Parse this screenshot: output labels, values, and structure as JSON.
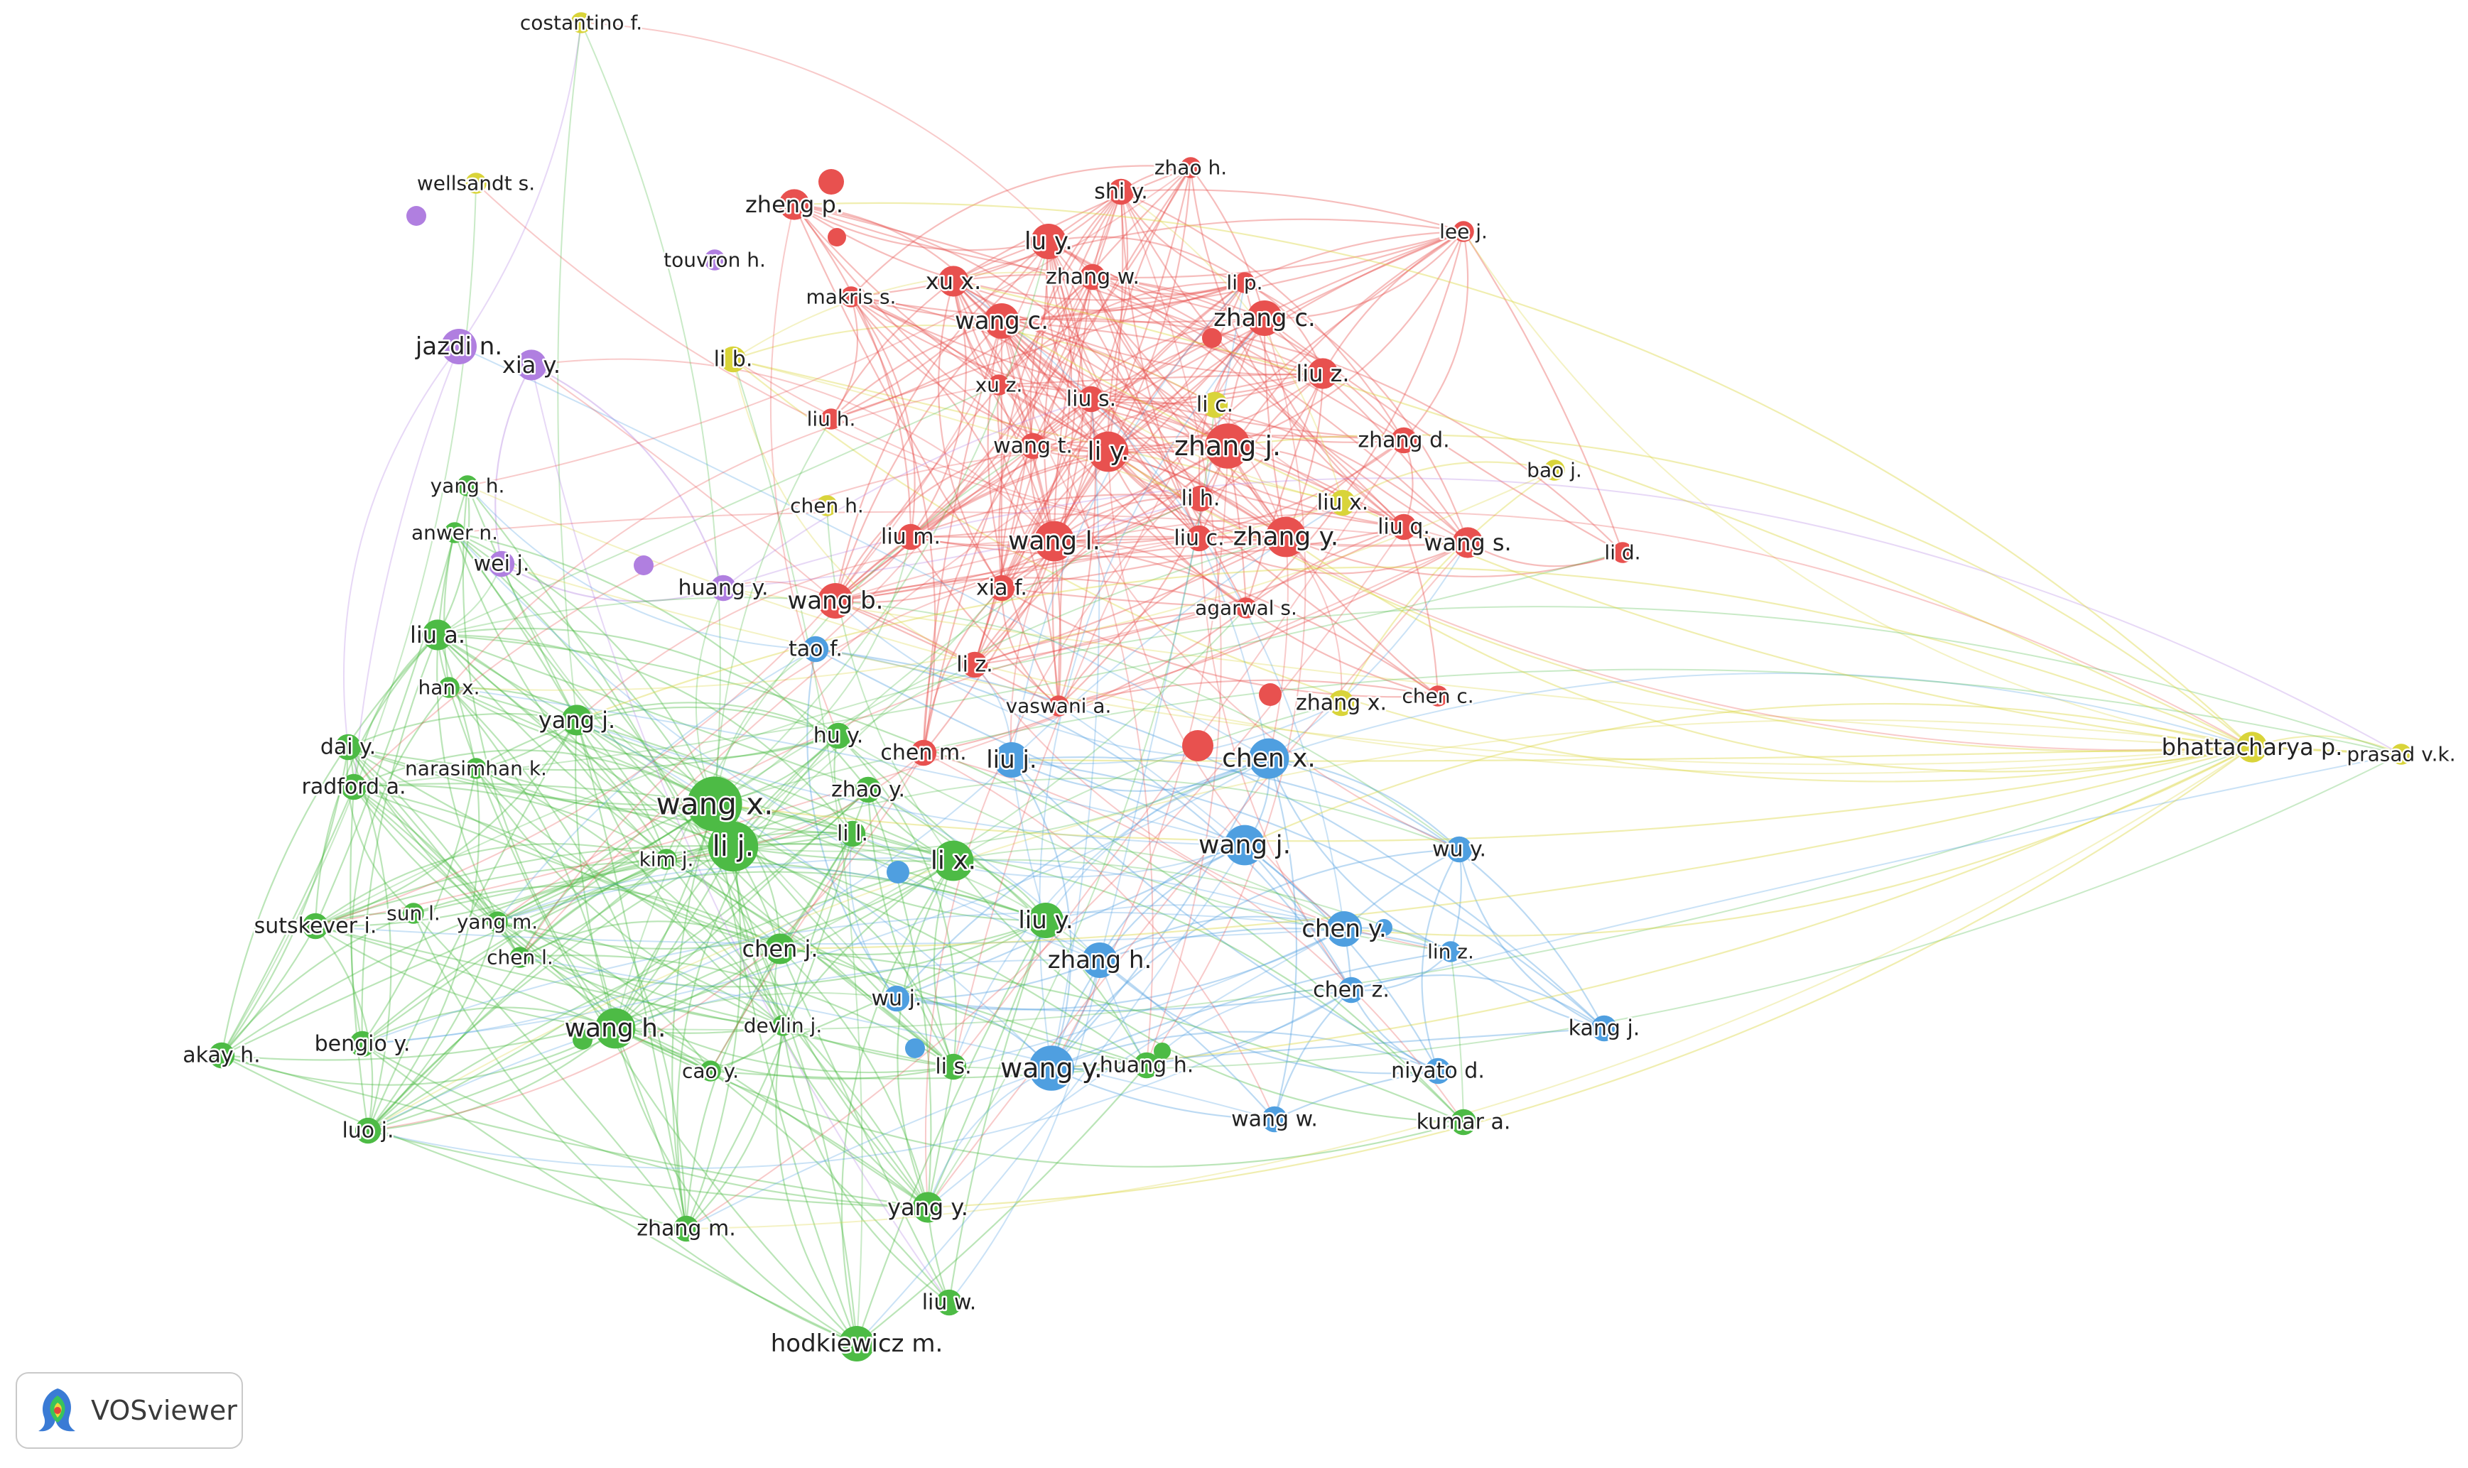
{
  "brand": {
    "name": "VOSviewer",
    "logo_icon": "vosviewer-logo-icon"
  },
  "cluster_colors": {
    "red": "#e8514f",
    "green": "#4dbb45",
    "blue": "#4f9fe0",
    "yellow": "#d9d43a",
    "purple": "#b07fe0"
  },
  "nodes": [
    {
      "label": "costantino f.",
      "cluster": "yellow",
      "w": 2
    },
    {
      "label": "wellsandt s.",
      "cluster": "yellow",
      "w": 2
    },
    {
      "label": "li b.",
      "cluster": "yellow",
      "w": 3
    },
    {
      "label": "li c.",
      "cluster": "yellow",
      "w": 3
    },
    {
      "label": "liu x.",
      "cluster": "yellow",
      "w": 3
    },
    {
      "label": "bao j.",
      "cluster": "yellow",
      "w": 2
    },
    {
      "label": "zhang x.",
      "cluster": "yellow",
      "w": 3
    },
    {
      "label": "bhattacharya p.",
      "cluster": "yellow",
      "w": 4
    },
    {
      "label": "prasad v.k.",
      "cluster": "yellow",
      "w": 2
    },
    {
      "label": "chen h.",
      "cluster": "yellow",
      "w": 2
    },
    {
      "label": "jazdi n.",
      "cluster": "purple",
      "w": 5
    },
    {
      "label": "xia y.",
      "cluster": "purple",
      "w": 4
    },
    {
      "label": "touvron h.",
      "cluster": "purple",
      "w": 2
    },
    {
      "label": "wei j.",
      "cluster": "purple",
      "w": 3
    },
    {
      "label": "huang y.",
      "cluster": "purple",
      "w": 3
    },
    {
      "label": "zhao h.",
      "cluster": "red",
      "w": 2
    },
    {
      "label": "shi y.",
      "cluster": "red",
      "w": 3
    },
    {
      "label": "zheng p.",
      "cluster": "red",
      "w": 4
    },
    {
      "label": "lee j.",
      "cluster": "red",
      "w": 2
    },
    {
      "label": "lu y.",
      "cluster": "red",
      "w": 5
    },
    {
      "label": "xu x.",
      "cluster": "red",
      "w": 4
    },
    {
      "label": "zhang w.",
      "cluster": "red",
      "w": 3
    },
    {
      "label": "makris s.",
      "cluster": "red",
      "w": 2
    },
    {
      "label": "li p.",
      "cluster": "red",
      "w": 2
    },
    {
      "label": "wang c.",
      "cluster": "red",
      "w": 5
    },
    {
      "label": "zhang c.",
      "cluster": "red",
      "w": 5
    },
    {
      "label": "liu z.",
      "cluster": "red",
      "w": 4
    },
    {
      "label": "xu z.",
      "cluster": "red",
      "w": 2
    },
    {
      "label": "liu s.",
      "cluster": "red",
      "w": 3
    },
    {
      "label": "liu h.",
      "cluster": "red",
      "w": 2
    },
    {
      "label": "li y.",
      "cluster": "red",
      "w": 6
    },
    {
      "label": "zhang j.",
      "cluster": "red",
      "w": 7
    },
    {
      "label": "wang t.",
      "cluster": "red",
      "w": 3
    },
    {
      "label": "zhang d.",
      "cluster": "red",
      "w": 3
    },
    {
      "label": "li h.",
      "cluster": "red",
      "w": 3
    },
    {
      "label": "liu q.",
      "cluster": "red",
      "w": 3
    },
    {
      "label": "zhang y.",
      "cluster": "red",
      "w": 6
    },
    {
      "label": "wang l.",
      "cluster": "red",
      "w": 6
    },
    {
      "label": "liu m.",
      "cluster": "red",
      "w": 3
    },
    {
      "label": "liu c.",
      "cluster": "red",
      "w": 3
    },
    {
      "label": "wang s.",
      "cluster": "red",
      "w": 4
    },
    {
      "label": "li d.",
      "cluster": "red",
      "w": 2
    },
    {
      "label": "wang b.",
      "cluster": "red",
      "w": 5
    },
    {
      "label": "xia f.",
      "cluster": "red",
      "w": 3
    },
    {
      "label": "agarwal s.",
      "cluster": "red",
      "w": 2
    },
    {
      "label": "li z.",
      "cluster": "red",
      "w": 3
    },
    {
      "label": "chen c.",
      "cluster": "red",
      "w": 2
    },
    {
      "label": "vaswani a.",
      "cluster": "red",
      "w": 2
    },
    {
      "label": "chen m.",
      "cluster": "red",
      "w": 3
    },
    {
      "label": "tao f.",
      "cluster": "blue",
      "w": 3
    },
    {
      "label": "liu j.",
      "cluster": "blue",
      "w": 5
    },
    {
      "label": "chen x.",
      "cluster": "blue",
      "w": 6
    },
    {
      "label": "wang j.",
      "cluster": "blue",
      "w": 6
    },
    {
      "label": "wu y.",
      "cluster": "blue",
      "w": 3
    },
    {
      "label": "chen y.",
      "cluster": "blue",
      "w": 5
    },
    {
      "label": "lin z.",
      "cluster": "blue",
      "w": 2
    },
    {
      "label": "chen z.",
      "cluster": "blue",
      "w": 3
    },
    {
      "label": "kang j.",
      "cluster": "blue",
      "w": 3
    },
    {
      "label": "niyato d.",
      "cluster": "blue",
      "w": 3
    },
    {
      "label": "wang w.",
      "cluster": "blue",
      "w": 3
    },
    {
      "label": "wang y.",
      "cluster": "blue",
      "w": 7
    },
    {
      "label": "wu j.",
      "cluster": "blue",
      "w": 3
    },
    {
      "label": "zhang h.",
      "cluster": "blue",
      "w": 5
    },
    {
      "label": "yang h.",
      "cluster": "green",
      "w": 2
    },
    {
      "label": "anwer n.",
      "cluster": "green",
      "w": 2
    },
    {
      "label": "liu a.",
      "cluster": "green",
      "w": 4
    },
    {
      "label": "han x.",
      "cluster": "green",
      "w": 2
    },
    {
      "label": "yang j.",
      "cluster": "green",
      "w": 4
    },
    {
      "label": "dai y.",
      "cluster": "green",
      "w": 3
    },
    {
      "label": "narasimhan k.",
      "cluster": "green",
      "w": 2
    },
    {
      "label": "radford a.",
      "cluster": "green",
      "w": 3
    },
    {
      "label": "wang x.",
      "cluster": "green",
      "w": 9
    },
    {
      "label": "hu y.",
      "cluster": "green",
      "w": 3
    },
    {
      "label": "zhao y.",
      "cluster": "green",
      "w": 3
    },
    {
      "label": "li j.",
      "cluster": "green",
      "w": 8
    },
    {
      "label": "kim j.",
      "cluster": "green",
      "w": 2
    },
    {
      "label": "li l.",
      "cluster": "green",
      "w": 3
    },
    {
      "label": "li x.",
      "cluster": "green",
      "w": 6
    },
    {
      "label": "liu y.",
      "cluster": "green",
      "w": 5
    },
    {
      "label": "sutskever i.",
      "cluster": "green",
      "w": 3
    },
    {
      "label": "sun l.",
      "cluster": "green",
      "w": 2
    },
    {
      "label": "yang m.",
      "cluster": "green",
      "w": 2
    },
    {
      "label": "chen l.",
      "cluster": "green",
      "w": 2
    },
    {
      "label": "chen j.",
      "cluster": "green",
      "w": 4
    },
    {
      "label": "wang h.",
      "cluster": "green",
      "w": 6
    },
    {
      "label": "bengio y.",
      "cluster": "green",
      "w": 3
    },
    {
      "label": "akay h.",
      "cluster": "green",
      "w": 3
    },
    {
      "label": "devlin j.",
      "cluster": "green",
      "w": 2
    },
    {
      "label": "cao y.",
      "cluster": "green",
      "w": 2
    },
    {
      "label": "li s.",
      "cluster": "green",
      "w": 3
    },
    {
      "label": "huang h.",
      "cluster": "green",
      "w": 3
    },
    {
      "label": "kumar a.",
      "cluster": "green",
      "w": 3
    },
    {
      "label": "luo j.",
      "cluster": "green",
      "w": 3
    },
    {
      "label": "yang y.",
      "cluster": "green",
      "w": 4
    },
    {
      "label": "zhang m.",
      "cluster": "green",
      "w": 3
    },
    {
      "label": "liu w.",
      "cluster": "green",
      "w": 3
    },
    {
      "label": "hodkiewicz m.",
      "cluster": "green",
      "w": 5
    }
  ]
}
